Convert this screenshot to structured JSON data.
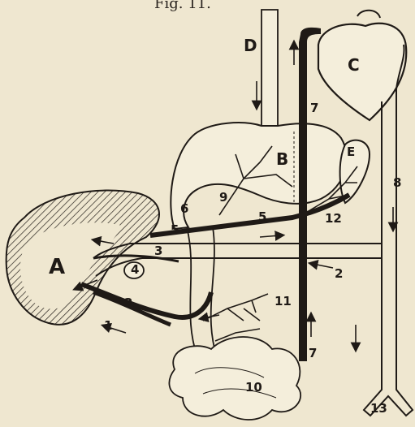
{
  "figure": {
    "title": "Fig. 11."
  },
  "labels": {
    "A": "A",
    "B": "B",
    "C": "C",
    "D": "D",
    "E": "E",
    "n1": "1",
    "n2a": "2",
    "n2b": "2",
    "n3": "3",
    "n4": "4",
    "n5a": "5",
    "n5b": "5",
    "n6": "6",
    "n7a": "7",
    "n7b": "7",
    "n8": "8",
    "n9": "9",
    "n10": "10",
    "n11": "11",
    "n12": "12",
    "n13": "13"
  },
  "colors": {
    "ink": "#1f1a16",
    "paper": "#efe7d0",
    "organ_fill": "#f4eedb"
  }
}
